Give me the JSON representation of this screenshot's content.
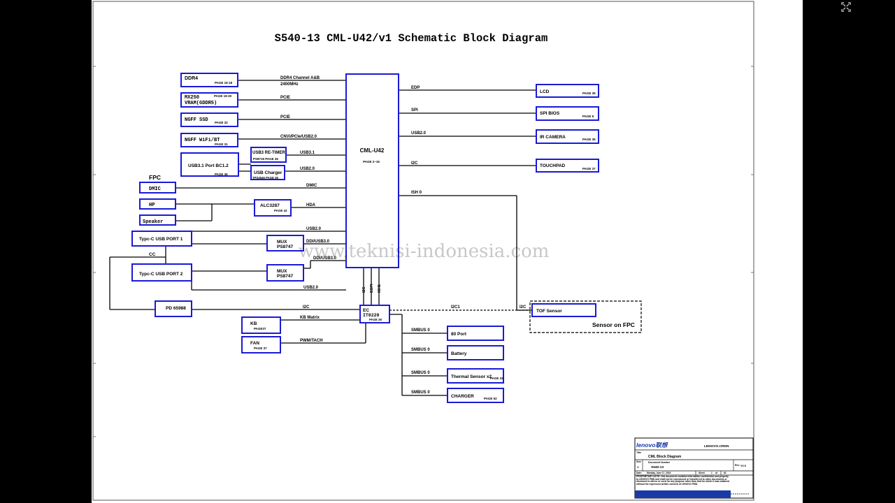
{
  "title": "S540-13 CML-U42/v1 Schematic Block Diagram",
  "watermark": "www.teknisi-indonesia.com",
  "cpu": {
    "name": "CML-U42",
    "page": "PAGE 2~15"
  },
  "fpc_label": "FPC",
  "left_blocks": {
    "ddr4": {
      "name": "DDR4",
      "page": "PAGE 16-18"
    },
    "mx250": {
      "line1": "MX250",
      "line2": "VRAM(GDDR5)",
      "page": "PAGE 19-30"
    },
    "ssd": {
      "name": "NGFF SSD",
      "page": "PAGE 32"
    },
    "wifi": {
      "name": "NGFF WiFi/BT",
      "page": "PAGE 31"
    },
    "usb31": {
      "name": "USB3.1 Port BC1.2",
      "page": "PAGE 36"
    },
    "retimer": {
      "name": "USB3 RE-TIMER",
      "page": "PS8719 PAGE 36"
    },
    "charger_usb": {
      "name": "USB Charger",
      "page": "TPS2546 PAGE 36"
    },
    "dmic": {
      "name": "DMIC"
    },
    "hp": {
      "name": "HP"
    },
    "speaker": {
      "name": "Speaker"
    },
    "alc": {
      "name": "ALC3287",
      "page": "PAGE 42"
    },
    "typec1": {
      "name": "Typc-C USB PORT 1"
    },
    "typec2": {
      "name": "Typc-C USB PORT 2"
    },
    "mux1": {
      "line1": "MUX",
      "line2": "PS8747"
    },
    "mux2": {
      "line1": "MUX",
      "line2": "PS8747"
    },
    "pd": {
      "name": "PD 65988"
    },
    "kb": {
      "name": "KB",
      "page": "PAGE37"
    },
    "fan": {
      "name": "FAN",
      "page": "PAGE 37"
    }
  },
  "ec": {
    "line1": "EC",
    "line2": "IT8229",
    "page": "PAGE 38"
  },
  "right_blocks": {
    "lcd": {
      "name": "LCD",
      "page": "PAGE 35"
    },
    "spibios": {
      "name": "SPI BIOS",
      "page": "PAGE 9"
    },
    "ircam": {
      "name": "IR CAMERA",
      "page": "PAGE 35"
    },
    "touchpad": {
      "name": "TOUCHPAD",
      "page": "PAGE 37"
    },
    "tof": {
      "name": "TOF Sensor"
    },
    "sensor_fpc": "Sensor on FPC",
    "port80": {
      "name": "80 Port"
    },
    "battery": {
      "name": "Battery"
    },
    "thermal": {
      "name": "Thermal Sensor x2",
      "page": "PAGE 33"
    },
    "charger": {
      "name": "CHARGER",
      "page": "PAGE 52"
    }
  },
  "signals": {
    "ddr": "DDR4 Channel A&B",
    "ddr_speed": "2400MHz",
    "pcie1": "PCIE",
    "pcie2": "PCIE",
    "cnvi": "CNVi/PCIe/USB2.0",
    "usb31": "USB3.1",
    "usb20a": "USB2.0",
    "dmic": "DMIC",
    "hda": "HDA",
    "usb20b": "USB2.0",
    "ddi1": "DDI/USB3.0",
    "cc": "CC",
    "ddi2": "DDI/USB3.0",
    "usb20c": "USB2.0",
    "i2c_pd": "I2C",
    "kbmatrix": "KB Matrix",
    "pwm": "PWM/TACH",
    "edp": "EDP",
    "spi": "SPI",
    "usb20_cam": "USB2.0",
    "i2c_tp": "I2C",
    "ish": "ISH 0",
    "i2c1": "I2C1",
    "i2c_tof": "I2C",
    "smbus1": "SMBUS 0",
    "smbus2": "SMBUS 0",
    "smbus3": "SMBUS 0",
    "smbus4": "SMBUS 0",
    "v_i2c": "I2C",
    "v_espi": "ESPI",
    "v_ish": "ISH1"
  },
  "titleblock": {
    "brand": "lenovo联想",
    "code": "LENOVO.CRDN",
    "title_lbl": "Title",
    "title": "CML Block Diagram",
    "size_lbl": "Size",
    "size": "C",
    "docnum_lbl": "Document Number",
    "docnum": "S540-13",
    "rev_lbl": "Rev",
    "rev": "V0.5",
    "date_lbl": "Date:",
    "date": "Monday, June 17, 2019",
    "sheet_lbl": "Sheet",
    "sheet": "1",
    "of_lbl": "of",
    "sheets": "62",
    "notice": "PROPRIETARY NOTE: this document contains information confidential and property to LENOVO PMD and shall not be reproduced or transferred to other documents or disclosed to others or used for any purpose other than that for which it was obtained without the expressed written consent of LENOVO PMD."
  },
  "colors": {
    "box": "#1a1ad6",
    "brand": "#1a3aa8"
  }
}
